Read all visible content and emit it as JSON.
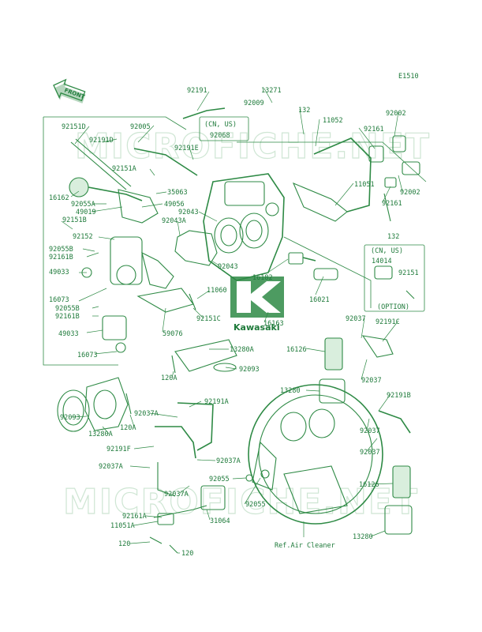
{
  "diagram": {
    "code": "E1510",
    "front_label": "FRONT",
    "watermark": "MICROFICHE.NET",
    "brand": "Kawasaki",
    "labels": {
      "l92191a": "92191",
      "l13271": "13271",
      "l92009": "92009",
      "l132a": "132",
      "l11052": "11052",
      "l92002a": "92002",
      "l92151d": "92151D",
      "l92005": "92005",
      "lcnus1": "(CN, US)",
      "l92068": "92068",
      "l92161a": "92161",
      "l92191d": "92191D",
      "l92191e": "92191E",
      "l92151a": "92151A",
      "l35063": "35063",
      "l11051": "11051",
      "l92002b": "92002",
      "l16162": "16162",
      "l92055a": "92055A",
      "l49019": "49019",
      "l49056": "49056",
      "l92043": "92043",
      "l92161b": "92161",
      "l92151b": "92151B",
      "l92043a": "92043A",
      "l132b": "132",
      "l92152": "92152",
      "lcnus2": "(CN, US)",
      "l92055b": "92055B",
      "l14014": "14014",
      "l92161bb": "92161B",
      "l92043b": "92043",
      "l92151": "92151",
      "l49033a": "49033",
      "l16182": "16182",
      "l16021": "16021",
      "l16073a": "16073",
      "l11060": "11060",
      "loption": "(OPTION)",
      "l92055b2": "92055B",
      "l92161b2": "92161B",
      "l92151c": "92151C",
      "l16163": "16163",
      "l49033b": "49033",
      "l59076": "59076",
      "l92037a": "92037",
      "l92191c": "92191C",
      "l16073b": "16073",
      "l13280a": "13280A",
      "l16126a": "16126",
      "l92093a": "92093",
      "l120a": "120A",
      "l92037b": "92037",
      "l13280": "13280",
      "l92191b": "92191B",
      "l92191aa": "92191A",
      "l92093b": "92093",
      "l92037aa": "92037A",
      "l13280aa": "13280A",
      "l120ab": "120A",
      "l92037c": "92037",
      "l92191f": "92191F",
      "l92037d": "92037",
      "l92037ab": "92037A",
      "l92037ac": "92037A",
      "l92055c": "92055",
      "l16126b": "16126",
      "l92037ad": "92037A",
      "l92055d": "92055",
      "l92161ab": "92161A",
      "l31064": "31064",
      "l11051a": "11051A",
      "l13280b": "13280",
      "l120b": "120",
      "l120c": "120",
      "lrefair": "Ref.Air Cleaner"
    }
  }
}
